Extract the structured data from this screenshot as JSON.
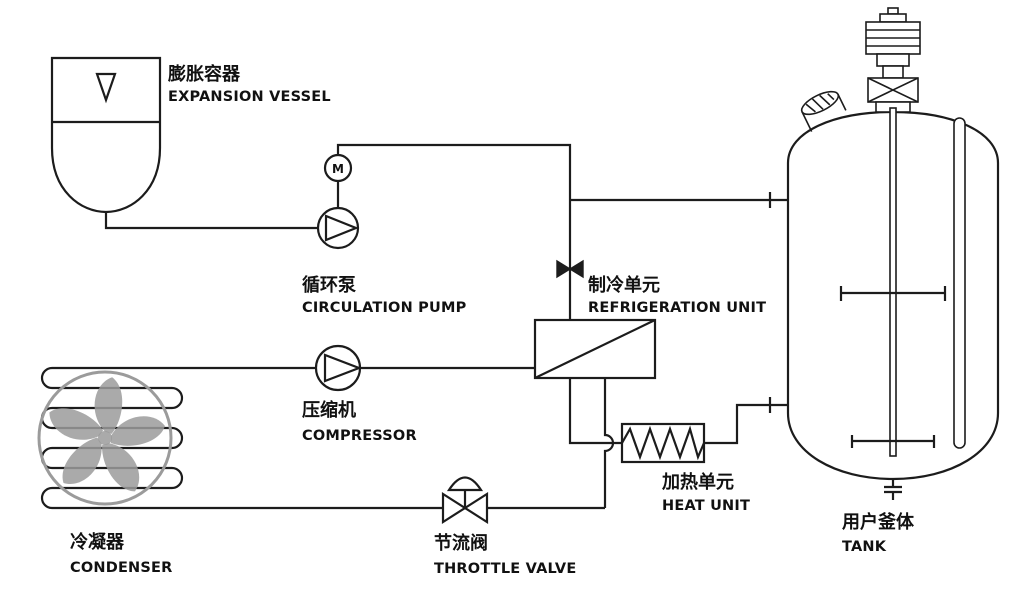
{
  "components": {
    "expansion_vessel": {
      "zh": "膨胀容器",
      "en": "EXPANSION VESSEL"
    },
    "circulation_pump": {
      "zh": "循环泵",
      "en": "CIRCULATION PUMP",
      "motor": "M"
    },
    "refrigeration_unit": {
      "zh": "制冷单元",
      "en": "REFRIGERATION UNIT"
    },
    "compressor": {
      "zh": "压缩机",
      "en": "COMPRESSOR"
    },
    "condenser": {
      "zh": "冷凝器",
      "en": "CONDENSER"
    },
    "throttle_valve": {
      "zh": "节流阀",
      "en": "THROTTLE VALVE"
    },
    "heat_unit": {
      "zh": "加热单元",
      "en": "HEAT UNIT"
    },
    "tank": {
      "zh": "用户釜体",
      "en": "TANK"
    }
  },
  "colors": {
    "line": "#1c1c1c",
    "fan": "#9b9b9b",
    "background": "#ffffff",
    "text": "#111111"
  }
}
